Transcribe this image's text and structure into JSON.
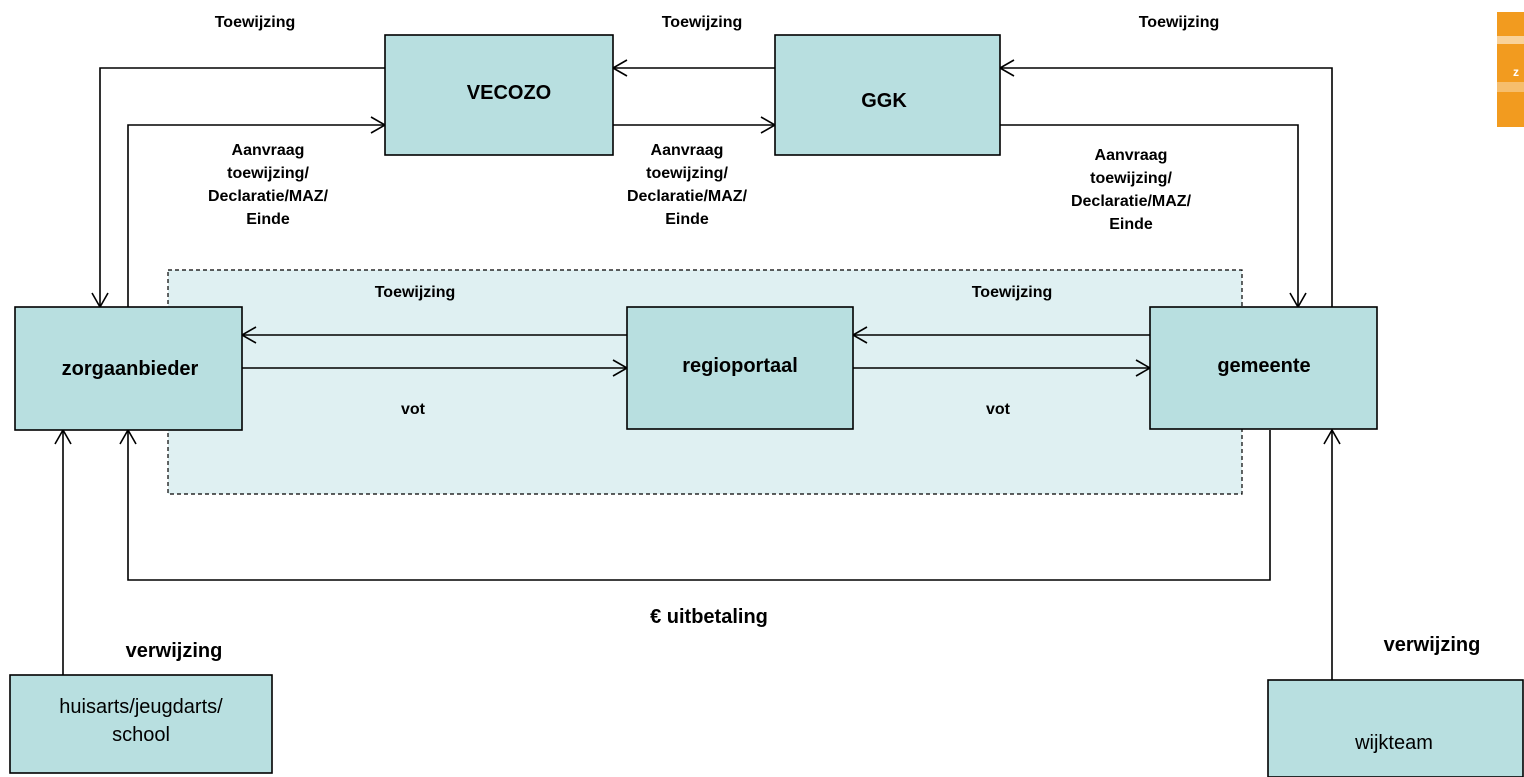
{
  "nodes": {
    "vecozo": "VECOZO",
    "ggk": "GGK",
    "zorgaanbieder": "zorgaanbieder",
    "regioportaal": "regioportaal",
    "gemeente": "gemeente",
    "huisarts": [
      "huisarts/jeugdarts/",
      "school"
    ],
    "wijkteam": "wijkteam"
  },
  "labels": {
    "toewijzing": "Toewijzing",
    "aanvraag": [
      "Aanvraag",
      "toewijzing/",
      "Declaratie/MAZ/",
      "Einde"
    ],
    "vot": "vot",
    "uitbetaling": "€ uitbetaling",
    "verwijzing": "verwijzing"
  },
  "logo": {
    "letter": "z",
    "color": "#f29b1f"
  }
}
